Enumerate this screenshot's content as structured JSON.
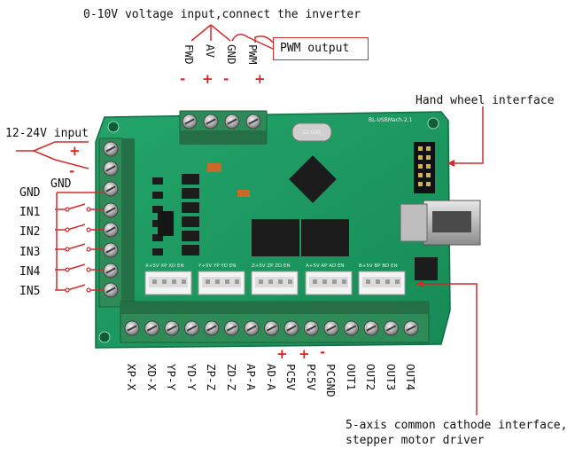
{
  "labels": {
    "voltage_input": "0-10V voltage input,connect the inverter",
    "pwm_output": "PWM output",
    "hand_wheel": "Hand wheel interface",
    "power_input": "12-24V input",
    "power_gnd": "GND",
    "motor_driver_line1": "5-axis common cathode interface,",
    "motor_driver_line2": "stepper motor driver"
  },
  "top_terminals": [
    "FWD",
    "AV",
    "GND",
    "PWM"
  ],
  "top_signs": [
    "-",
    "+",
    "-",
    "+"
  ],
  "left_terminals": [
    "GND",
    "IN1",
    "IN2",
    "IN3",
    "IN4",
    "IN5"
  ],
  "power_signs": [
    "+",
    "-"
  ],
  "bottom_terminals": [
    "XP-X",
    "XD-X",
    "YP-Y",
    "YD-Y",
    "ZP-Z",
    "ZD-Z",
    "AP-A",
    "AD-A",
    "PC5V",
    "PC5V",
    "PCGND",
    "OUT1",
    "OUT2",
    "OUT3",
    "OUT4"
  ],
  "bottom_signs": [
    "+",
    "+",
    "-"
  ],
  "board_text": {
    "model": "BL-USBMach-2.1",
    "axis_headers": [
      "X+5V XP XD EN",
      "Y+5V YP YD EN",
      "Z+5V ZP ZD EN",
      "A+5V AP AD EN",
      "B+5V BP BD EN"
    ],
    "crystal": "12.000"
  },
  "colors": {
    "pcb": "#1f9a63",
    "terminal_block": "#2e8b57",
    "wire": "#d42a2a",
    "text": "#111111"
  }
}
